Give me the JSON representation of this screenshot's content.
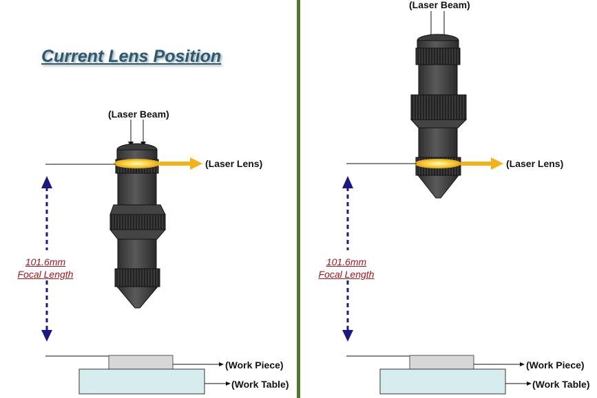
{
  "title": "Current Lens Position",
  "left": {
    "laser_beam": "(Laser Beam)",
    "laser_lens": "(Laser Lens)",
    "focal_value": "101.6mm",
    "focal_label": "Focal Length",
    "work_piece": "(Work Piece)",
    "work_table": "(Work Table)"
  },
  "right": {
    "laser_beam": "(Laser Beam)",
    "laser_lens": "(Laser Lens)",
    "focal_value": "101.6mm",
    "focal_label": "Focal Length",
    "work_piece": "(Work Piece)",
    "work_table": "(Work Table)"
  },
  "colors": {
    "divider": "#4a7a2a",
    "title": "#2d5870",
    "focal_text": "#a0161c",
    "dashed_arrow": "#1a1a80",
    "lens_arrow": "#f2b21c",
    "nozzle": "#4b4b4b",
    "work_piece": "#d7d7d7",
    "work_table": "#d7ecef"
  }
}
